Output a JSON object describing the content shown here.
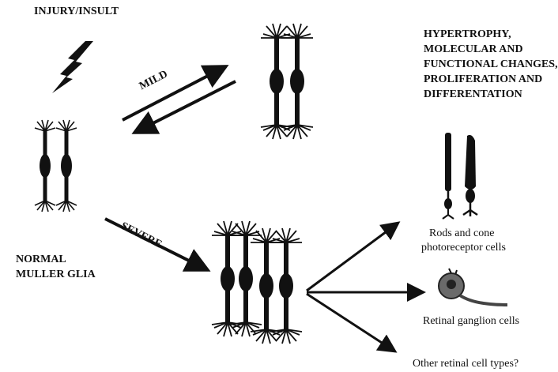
{
  "labels": {
    "injury": "INJURY/INSULT",
    "normal_line1": "NORMAL",
    "normal_line2": "MULLER GLIA",
    "mild": "MILD",
    "severe": "SEVERE",
    "hyper_line1": "HYPERTROPHY,",
    "hyper_line2": "MOLECULAR AND",
    "hyper_line3": "FUNCTIONAL CHANGES,",
    "hyper_line4": "PROLIFERATION AND",
    "hyper_line5": "DIFFERENTATION",
    "rods_line1": "Rods and cone",
    "rods_line2": "photoreceptor cells",
    "ganglion": "Retinal ganglion cells",
    "other": "Other retinal cell types?"
  },
  "colors": {
    "ink": "#111111",
    "ganglion_gray": "#6a6a6a"
  },
  "icons": {
    "injury": "lightning-bolt-icon"
  }
}
